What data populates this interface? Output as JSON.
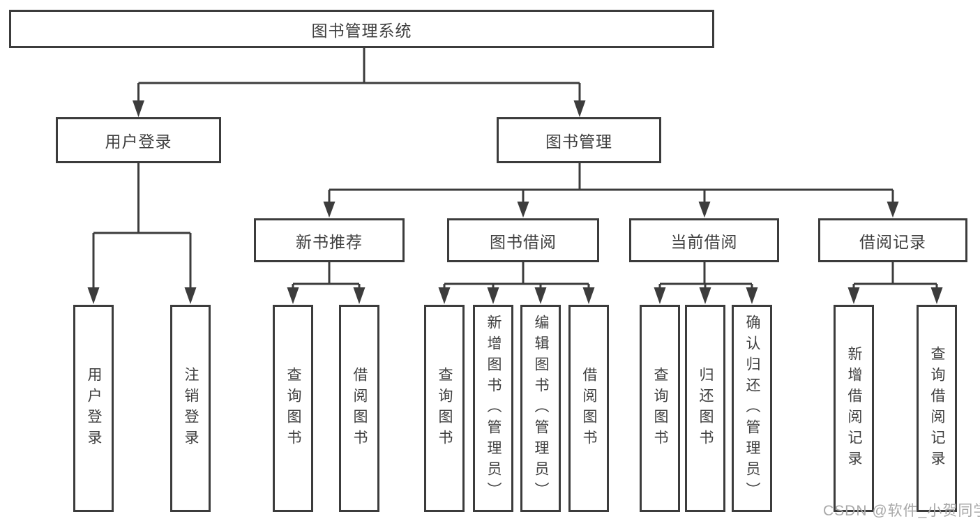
{
  "diagram": {
    "root": {
      "label": "图书管理系统"
    },
    "level2": [
      {
        "label": "用户登录"
      },
      {
        "label": "图书管理"
      }
    ],
    "level3": [
      {
        "label": "新书推荐"
      },
      {
        "label": "图书借阅"
      },
      {
        "label": "当前借阅"
      },
      {
        "label": "借阅记录"
      }
    ],
    "leaves": {
      "user_login": [
        "用户登录",
        "注销登录"
      ],
      "new_book": [
        "查询图书",
        "借阅图书"
      ],
      "book_borrow": [
        "查询图书",
        "新增图书（管理员）",
        "编辑图书（管理员）",
        "借阅图书"
      ],
      "current_borrow": [
        "查询图书",
        "归还图书",
        "确认归还（管理员）"
      ],
      "borrow_records": [
        "新增借阅记录",
        "查询借阅记录"
      ]
    },
    "watermark": "CSDN @软件_小贺同学",
    "colors": {
      "line": "#3c3c3c",
      "box_border": "#3c3c3c",
      "text": "#3f3f3f",
      "watermark": "#a8a8a8",
      "background": "#ffffff"
    }
  }
}
